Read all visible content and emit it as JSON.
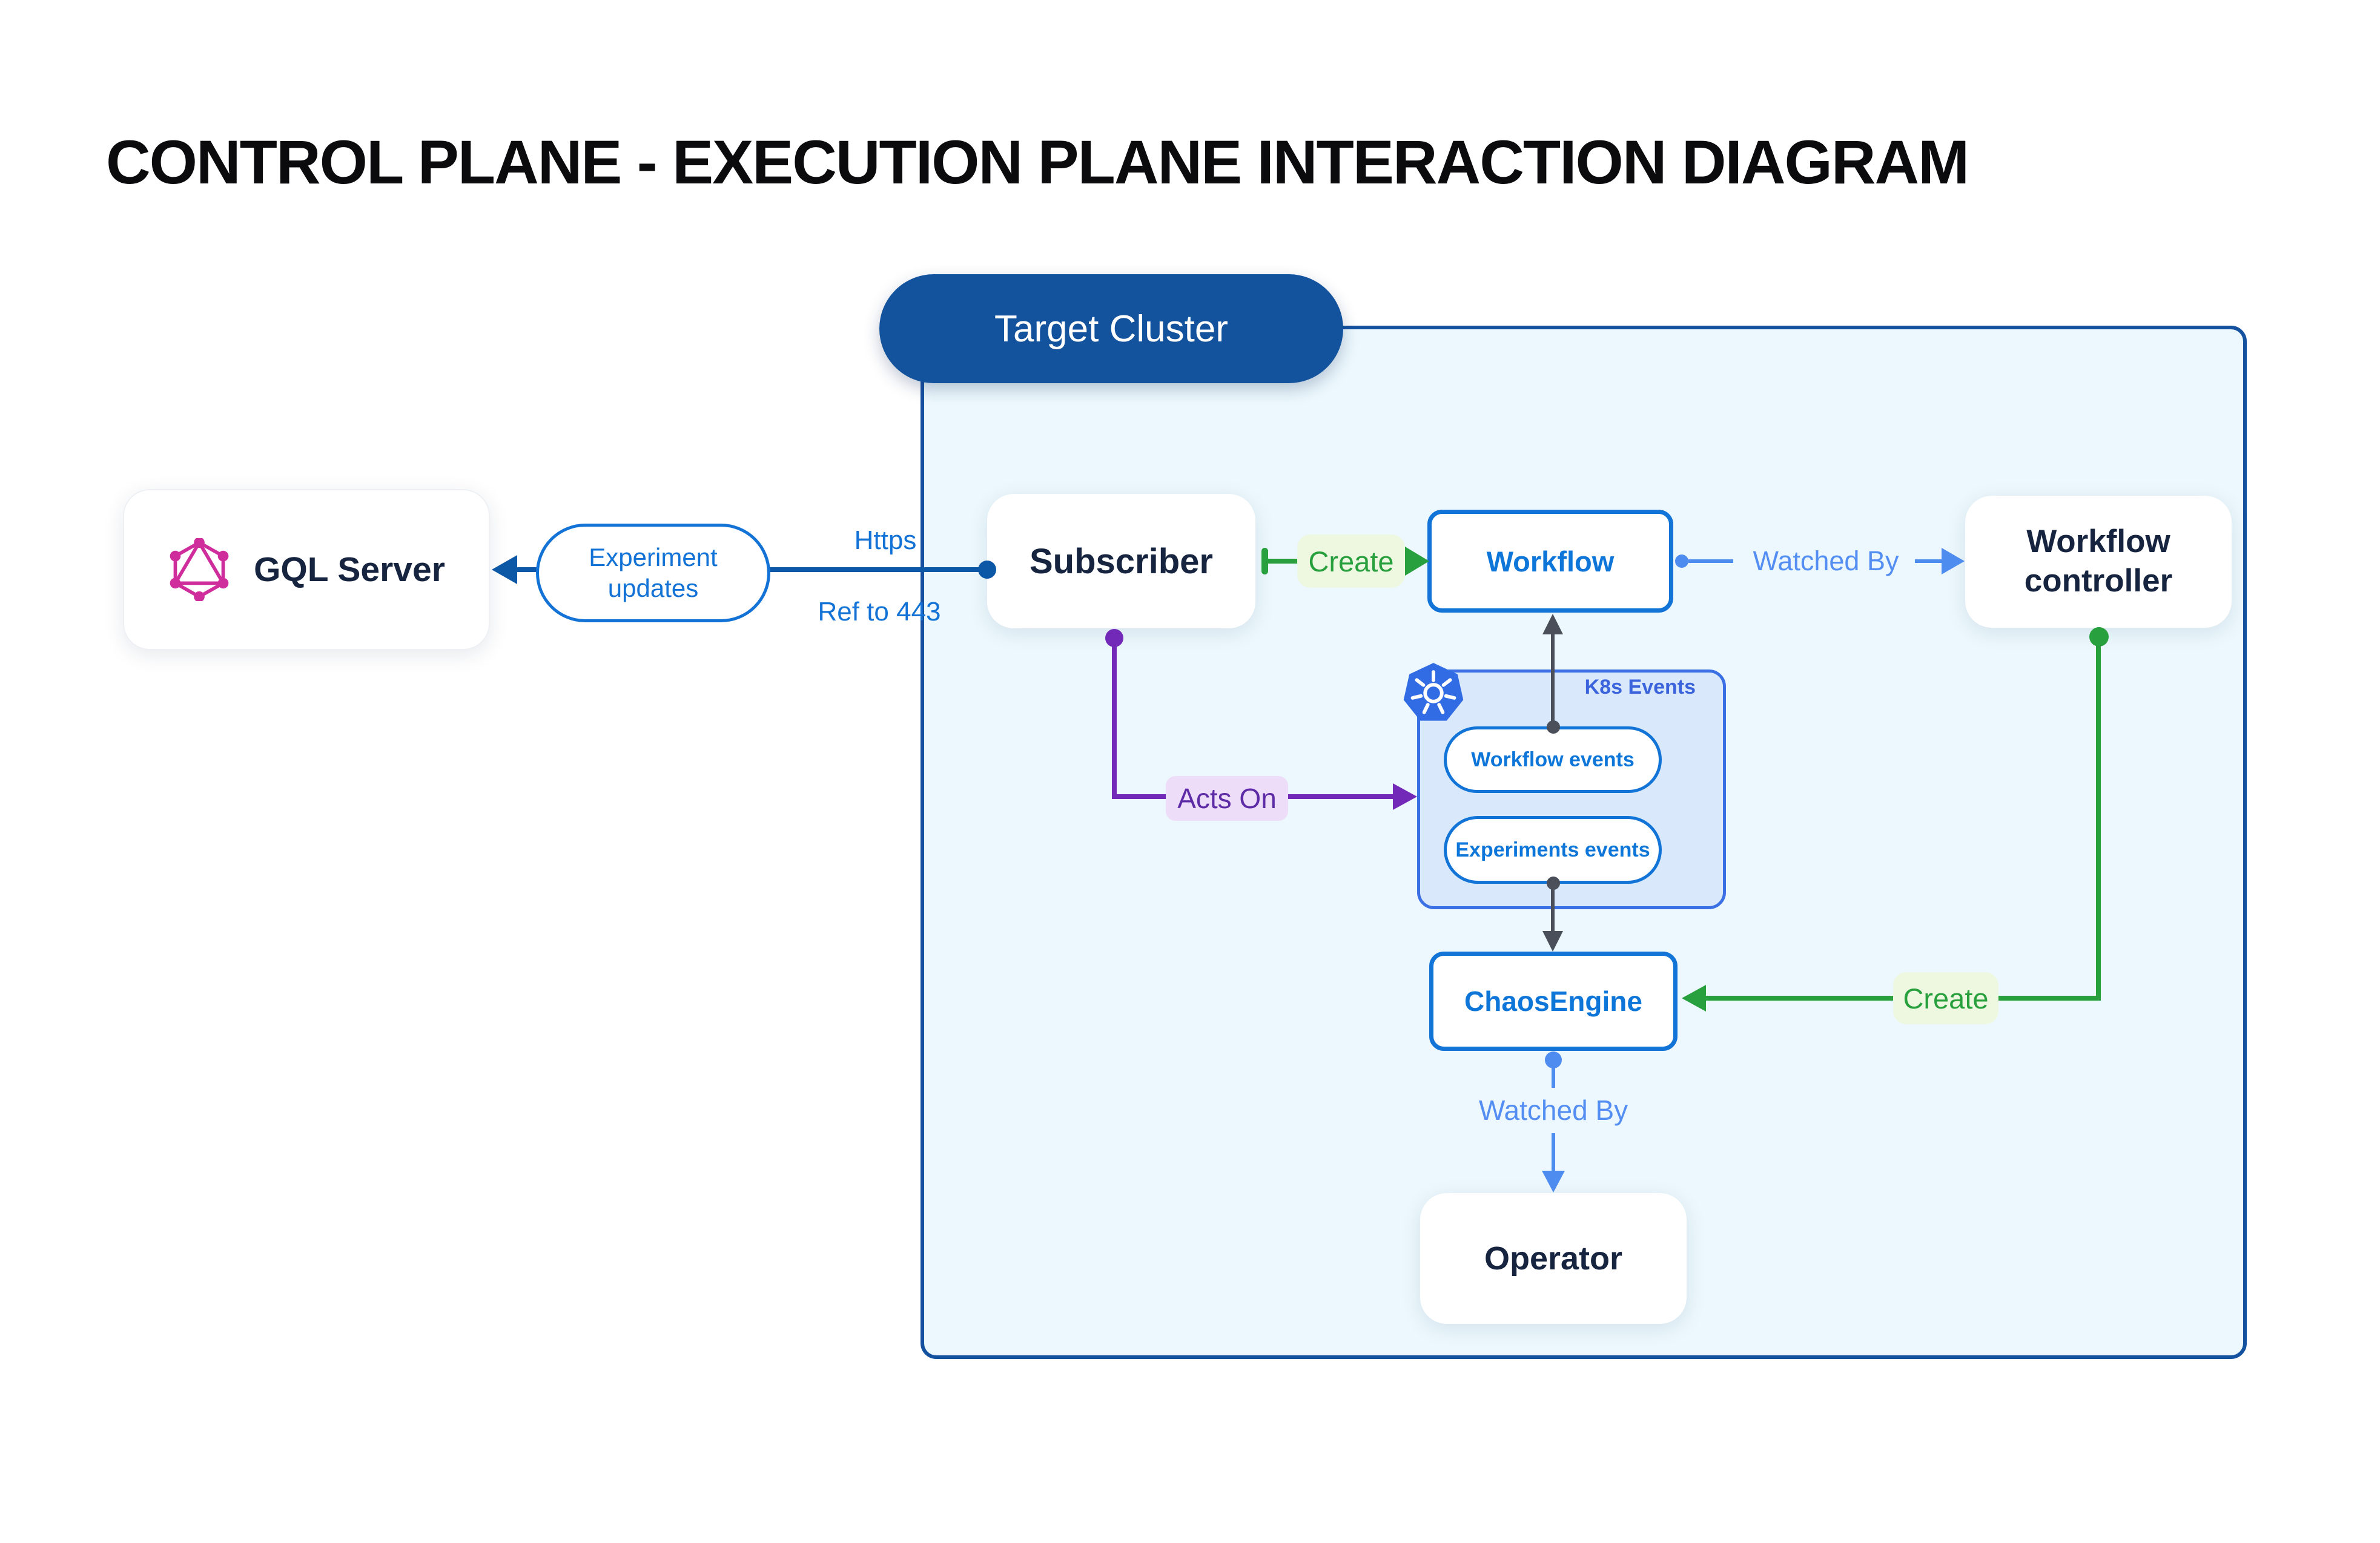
{
  "title": "CONTROL PLANE - EXECUTION PLANE INTERACTION DIAGRAM",
  "cluster": {
    "label": "Target Cluster"
  },
  "nodes": {
    "gql_server": {
      "label": "GQL Server",
      "icon": "graphql-logo"
    },
    "subscriber": {
      "label": "Subscriber"
    },
    "workflow": {
      "label": "Workflow"
    },
    "workflow_controller": {
      "label": "Workflow controller"
    },
    "k8s_events_group": {
      "label": "K8s Events",
      "icon": "kubernetes-logo"
    },
    "workflow_events": {
      "label": "Workflow events"
    },
    "experiments_events": {
      "label": "Experiments events"
    },
    "chaos_engine": {
      "label": "ChaosEngine"
    },
    "operator": {
      "label": "Operator"
    }
  },
  "edges": {
    "experiment_updates": {
      "label": "Experiment updates"
    },
    "https": {
      "label": "Https"
    },
    "ref_443": {
      "label": "Ref to 443"
    },
    "create_workflow": {
      "label": "Create"
    },
    "watched_by_workflow": {
      "label": "Watched By"
    },
    "acts_on": {
      "label": "Acts On"
    },
    "create_chaosengine": {
      "label": "Create"
    },
    "watched_by_operator": {
      "label": "Watched By"
    }
  },
  "colors": {
    "cluster_fill": "#ecf8fd",
    "cluster_border": "#14529f",
    "pill_fill": "#13529c",
    "node_text_dark": "#16243f",
    "blue_node_border": "#1374d8",
    "blue_node_text": "#0d76d8",
    "dark_blue_line": "#0c57a6",
    "light_blue": "#548ef2",
    "green": "#28a03d",
    "green_label_bg": "#eef8e1",
    "purple": "#7229b8",
    "purple_label_bg": "#eeddf8",
    "gray_line": "#4a4f5a",
    "k8s_box_fill": "#d9e9fb",
    "k8s_box_border": "#3b6fe4",
    "graphql_pink": "#d02d9c",
    "kubernetes_blue": "#326ce5"
  }
}
